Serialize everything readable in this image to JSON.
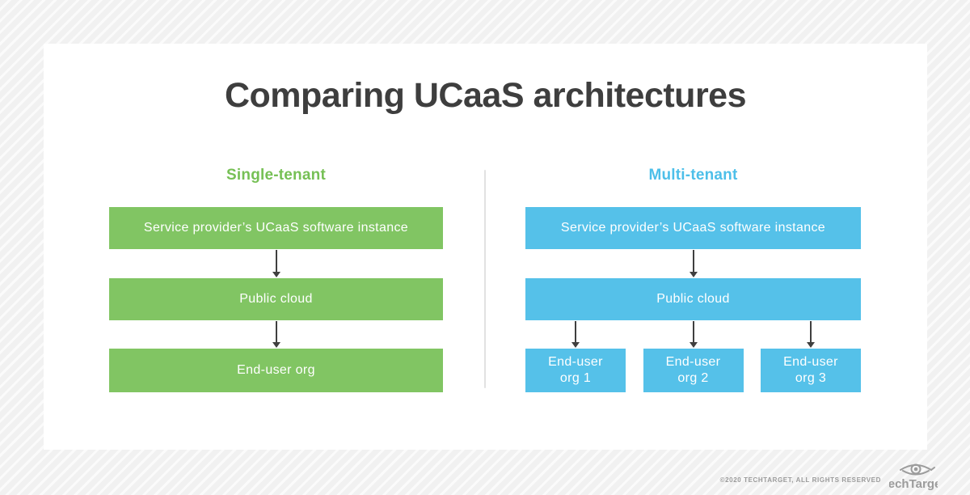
{
  "title": "Comparing UCaaS architectures",
  "colors": {
    "green_box": "#81c563",
    "green_heading": "#76c055",
    "blue_box": "#55c1e9",
    "blue_heading": "#4dbfe9",
    "title_text": "#3e3e3e",
    "arrow": "#3f3f3f",
    "footer_gray": "#9b9b9b"
  },
  "single_tenant": {
    "heading": "Single-tenant",
    "boxes": {
      "0": "Service provider’s UCaaS software instance",
      "1": "Public cloud",
      "2": "End-user org"
    }
  },
  "multi_tenant": {
    "heading": "Multi-tenant",
    "boxes": {
      "0": "Service provider’s UCaaS software instance",
      "1": "Public cloud"
    },
    "end_user_orgs": {
      "0": {
        "top": "End-user",
        "bottom": "org 1"
      },
      "1": {
        "top": "End-user",
        "bottom": "org 2"
      },
      "2": {
        "top": "End-user",
        "bottom": "org 3"
      }
    }
  },
  "footer": {
    "copyright": "©2020 TECHTARGET, ALL RIGHTS RESERVED",
    "brand": "TechTarget"
  }
}
